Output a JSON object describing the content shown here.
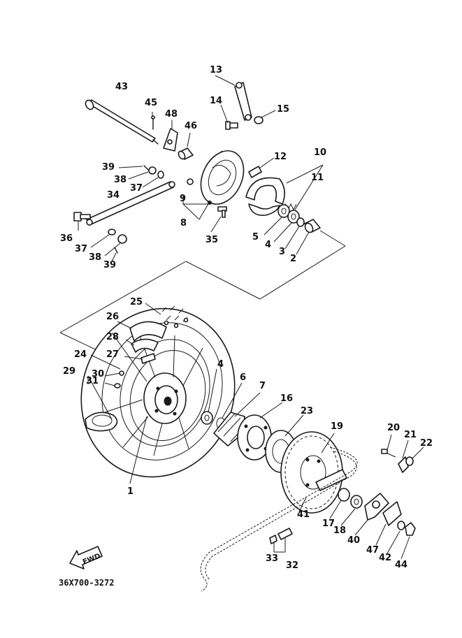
{
  "diagram_code": "36X700-3272",
  "fwd_label": "FWD",
  "callouts": [
    {
      "id": "c1",
      "text": "1"
    },
    {
      "id": "c2",
      "text": "2"
    },
    {
      "id": "c3",
      "text": "3"
    },
    {
      "id": "c4a",
      "text": "4"
    },
    {
      "id": "c4b",
      "text": "4"
    },
    {
      "id": "c5",
      "text": "5"
    },
    {
      "id": "c6",
      "text": "6"
    },
    {
      "id": "c7",
      "text": "7"
    },
    {
      "id": "c8",
      "text": "8"
    },
    {
      "id": "c9",
      "text": "9"
    },
    {
      "id": "c10",
      "text": "10"
    },
    {
      "id": "c11",
      "text": "11"
    },
    {
      "id": "c12",
      "text": "12"
    },
    {
      "id": "c13",
      "text": "13"
    },
    {
      "id": "c14",
      "text": "14"
    },
    {
      "id": "c15",
      "text": "15"
    },
    {
      "id": "c16",
      "text": "16"
    },
    {
      "id": "c17",
      "text": "17"
    },
    {
      "id": "c18",
      "text": "18"
    },
    {
      "id": "c19",
      "text": "19"
    },
    {
      "id": "c20",
      "text": "20"
    },
    {
      "id": "c21",
      "text": "21"
    },
    {
      "id": "c22",
      "text": "22"
    },
    {
      "id": "c23",
      "text": "23"
    },
    {
      "id": "c24",
      "text": "24"
    },
    {
      "id": "c25",
      "text": "25"
    },
    {
      "id": "c26",
      "text": "26"
    },
    {
      "id": "c27",
      "text": "27"
    },
    {
      "id": "c28",
      "text": "28"
    },
    {
      "id": "c29",
      "text": "29"
    },
    {
      "id": "c30",
      "text": "30"
    },
    {
      "id": "c31",
      "text": "31"
    },
    {
      "id": "c32",
      "text": "32"
    },
    {
      "id": "c33",
      "text": "33"
    },
    {
      "id": "c34",
      "text": "34"
    },
    {
      "id": "c35",
      "text": "35"
    },
    {
      "id": "c36",
      "text": "36"
    },
    {
      "id": "c37a",
      "text": "37"
    },
    {
      "id": "c37b",
      "text": "37"
    },
    {
      "id": "c38a",
      "text": "38"
    },
    {
      "id": "c38b",
      "text": "38"
    },
    {
      "id": "c39a",
      "text": "39"
    },
    {
      "id": "c39b",
      "text": "39"
    },
    {
      "id": "c40",
      "text": "40"
    },
    {
      "id": "c41",
      "text": "41"
    },
    {
      "id": "c42",
      "text": "42"
    },
    {
      "id": "c43",
      "text": "43"
    },
    {
      "id": "c44",
      "text": "44"
    },
    {
      "id": "c45",
      "text": "45"
    },
    {
      "id": "c46",
      "text": "46"
    },
    {
      "id": "c47",
      "text": "47"
    },
    {
      "id": "c48",
      "text": "48"
    }
  ]
}
